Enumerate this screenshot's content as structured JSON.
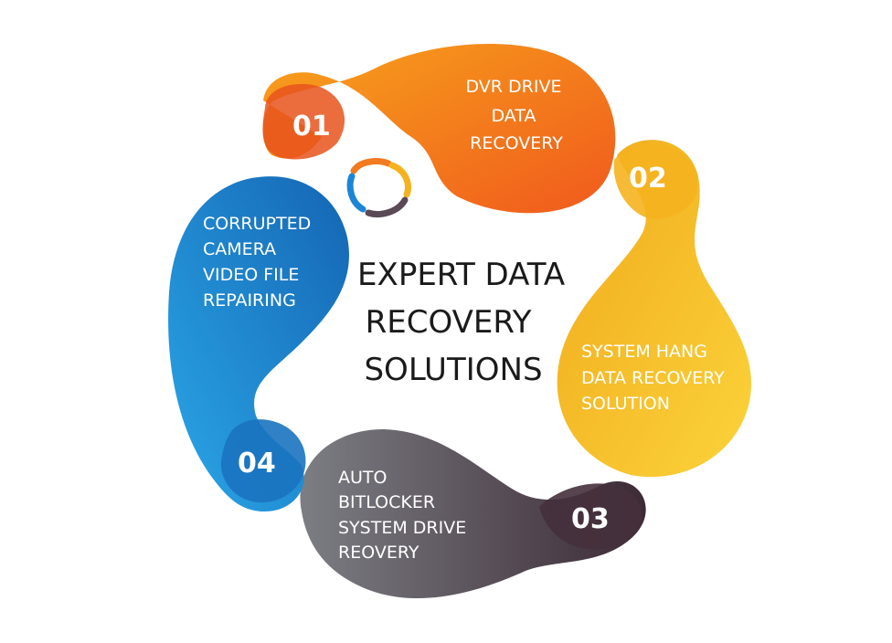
{
  "center_title": [
    "EXPERT DATA",
    "RECOVERY",
    "SOLUTIONS"
  ],
  "steps": [
    {
      "number": "01",
      "label_lines": [
        "DVR DRIVE",
        "DATA",
        "RECOVERY"
      ],
      "color_light": "#f7a21b",
      "color_dark": "#f05a1d"
    },
    {
      "number": "02",
      "label_lines": [
        "SYSTEM HANG",
        "DATA RECOVERY",
        "SOLUTION"
      ],
      "color_light": "#fbd33b",
      "color_dark": "#f0a91a"
    },
    {
      "number": "03",
      "label_lines": [
        "AUTO",
        "BITLOCKER",
        "SYSTEM DRIVE",
        "REOVERY"
      ],
      "color_light": "#7c7e84",
      "color_dark": "#3c2a36"
    },
    {
      "number": "04",
      "label_lines": [
        "CORRUPTED",
        "CAMERA",
        "VIDEO FILE",
        "REPAIRING"
      ],
      "color_light": "#2aa7e6",
      "color_dark": "#1565b4"
    }
  ],
  "logo_icon": "cycle-logo-icon"
}
